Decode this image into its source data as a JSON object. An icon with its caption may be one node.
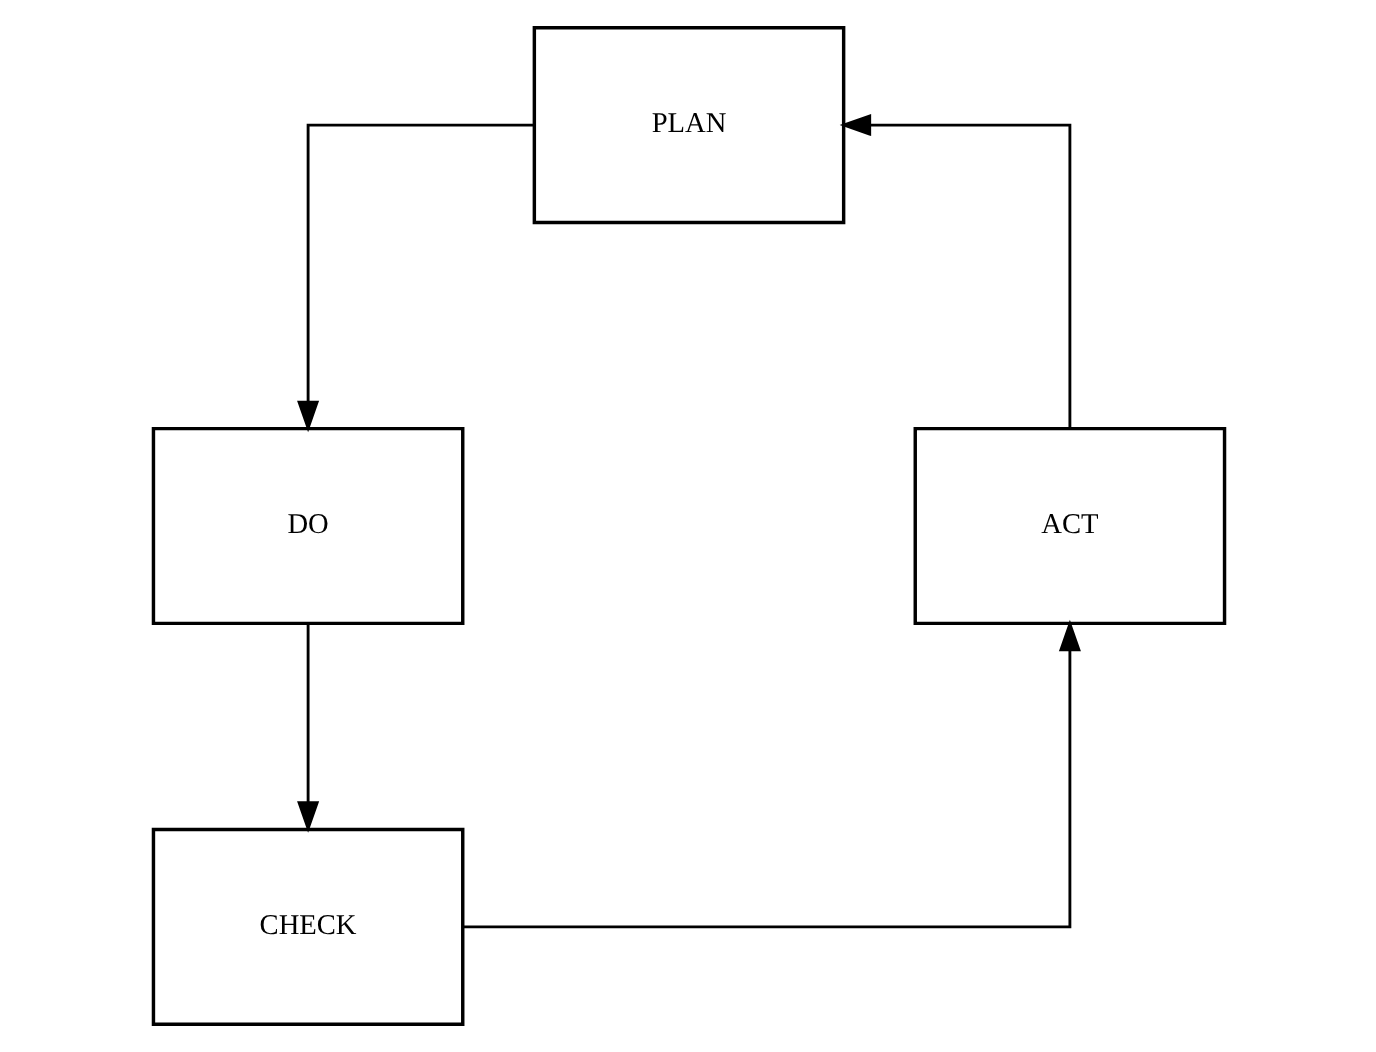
{
  "diagram": {
    "nodes": [
      {
        "text": [
          "PLAN"
        ]
      },
      {
        "text": [
          "ACT"
        ]
      },
      {
        "text": [
          "DO"
        ]
      },
      {
        "text": [
          "CHECK"
        ]
      }
    ],
    "edges": [
      {
        "from": 1,
        "to": 0,
        "arrow": "to"
      },
      {
        "from": 0,
        "to": 2,
        "arrow": "to"
      },
      {
        "from": 2,
        "to": 3,
        "arrow": "to"
      },
      {
        "from": 3,
        "to": 1,
        "arrow": "to"
      }
    ]
  }
}
